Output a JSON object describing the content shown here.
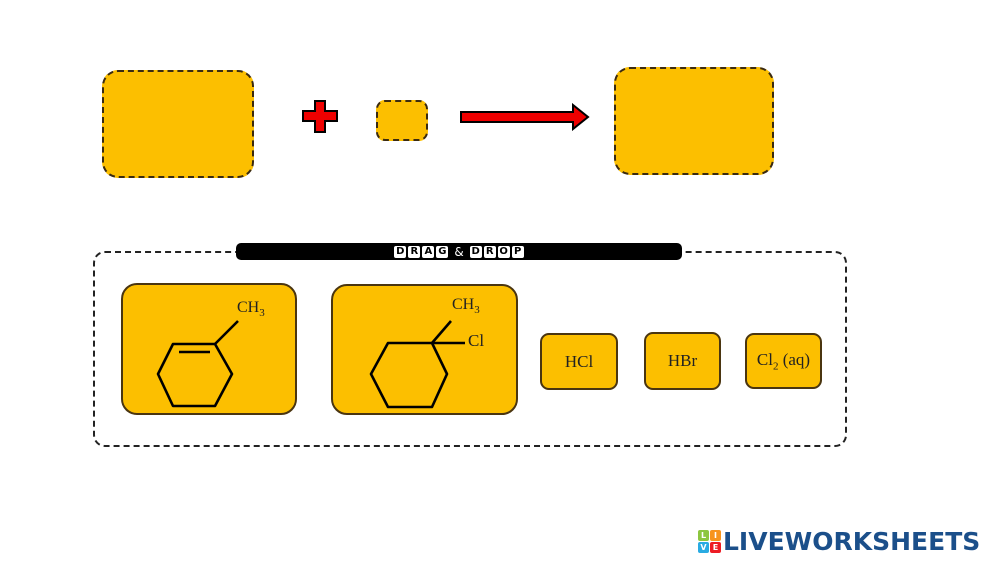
{
  "equation": {
    "reactant_1_slot": {
      "value": ""
    },
    "plus_icon": "plus-icon",
    "reactant_2_slot": {
      "value": ""
    },
    "arrow_icon": "arrow-right-icon",
    "product_slot": {
      "value": ""
    }
  },
  "drag_drop": {
    "banner_letters_1": [
      "D",
      "R",
      "A",
      "G"
    ],
    "banner_amp": "&",
    "banner_letters_2": [
      "D",
      "R",
      "O",
      "P"
    ],
    "tiles": [
      {
        "id": "methylcyclohexene",
        "label": "CH",
        "sub": "3",
        "type": "structure"
      },
      {
        "id": "chloro-methylcyclohexane",
        "label": "CH",
        "sub": "3",
        "label2": "Cl",
        "type": "structure"
      },
      {
        "id": "hcl",
        "label": "HCl",
        "type": "text"
      },
      {
        "id": "hbr",
        "label": "HBr",
        "type": "text"
      },
      {
        "id": "cl2",
        "label": "Cl",
        "sub": "2",
        "suffix": " (aq)",
        "type": "text"
      }
    ]
  },
  "footer": {
    "logo_letters": [
      "L",
      "I",
      "V",
      "E"
    ],
    "logo_colors": [
      "#8cc63f",
      "#f7941d",
      "#29abe2",
      "#ed1c24"
    ],
    "brand": "LIVEWORKSHEETS"
  },
  "colors": {
    "slot_fill": "#fcbf00",
    "accent_red": "#ee0000",
    "brand_blue": "#1b4f8a"
  }
}
